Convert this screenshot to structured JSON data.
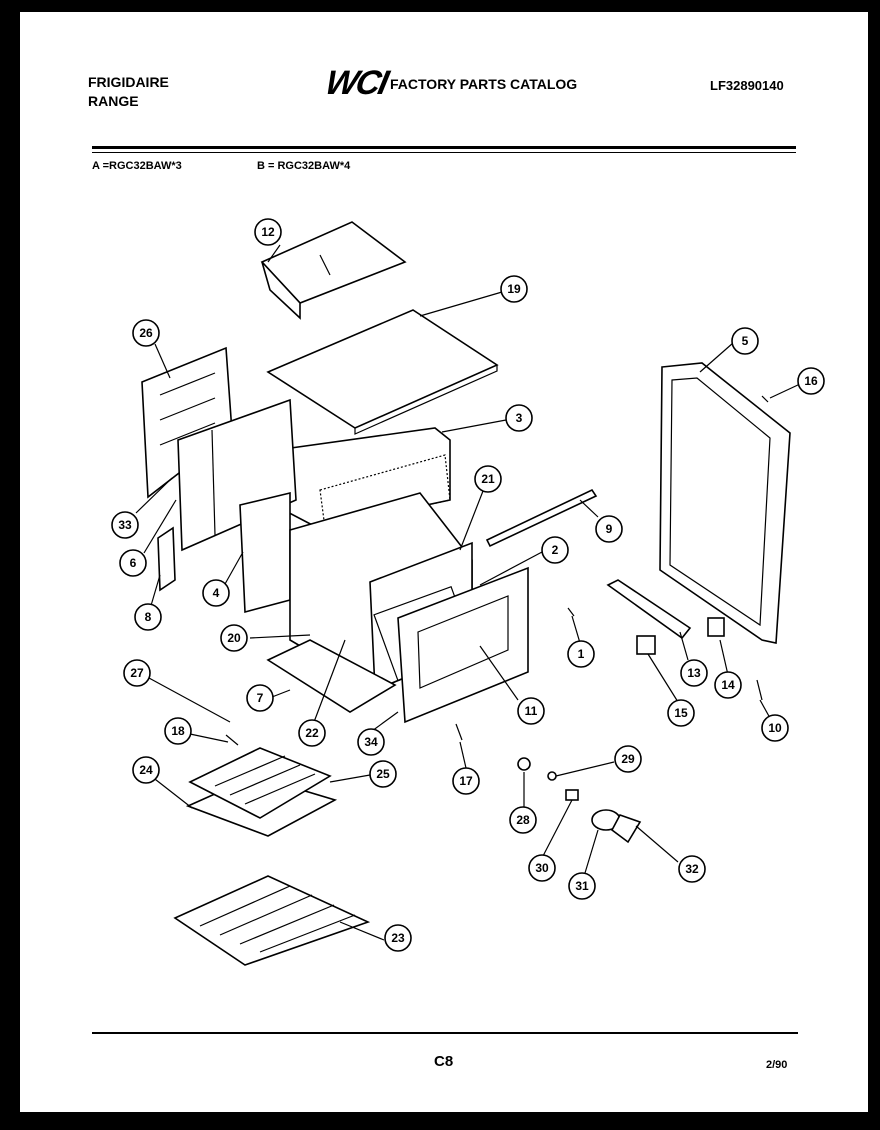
{
  "header": {
    "brand": "FRIGIDAIRE",
    "product": "RANGE",
    "logo": "WCI",
    "catalog_title": "FACTORY PARTS CATALOG",
    "document_number": "LF32890140"
  },
  "models": {
    "a": "A =RGC32BAW*3",
    "b": "B = RGC32BAW*4"
  },
  "footer": {
    "page_code": "C8",
    "date": "2/90"
  },
  "callouts": [
    {
      "n": "1"
    },
    {
      "n": "2"
    },
    {
      "n": "3"
    },
    {
      "n": "4"
    },
    {
      "n": "5"
    },
    {
      "n": "6"
    },
    {
      "n": "7"
    },
    {
      "n": "8"
    },
    {
      "n": "9"
    },
    {
      "n": "10"
    },
    {
      "n": "11"
    },
    {
      "n": "12"
    },
    {
      "n": "13"
    },
    {
      "n": "14"
    },
    {
      "n": "15"
    },
    {
      "n": "16"
    },
    {
      "n": "17"
    },
    {
      "n": "18"
    },
    {
      "n": "19"
    },
    {
      "n": "20"
    },
    {
      "n": "21"
    },
    {
      "n": "22"
    },
    {
      "n": "23"
    },
    {
      "n": "24"
    },
    {
      "n": "25"
    },
    {
      "n": "26"
    },
    {
      "n": "27"
    },
    {
      "n": "28"
    },
    {
      "n": "29"
    },
    {
      "n": "30"
    },
    {
      "n": "31"
    },
    {
      "n": "32"
    },
    {
      "n": "33"
    },
    {
      "n": "34"
    }
  ]
}
